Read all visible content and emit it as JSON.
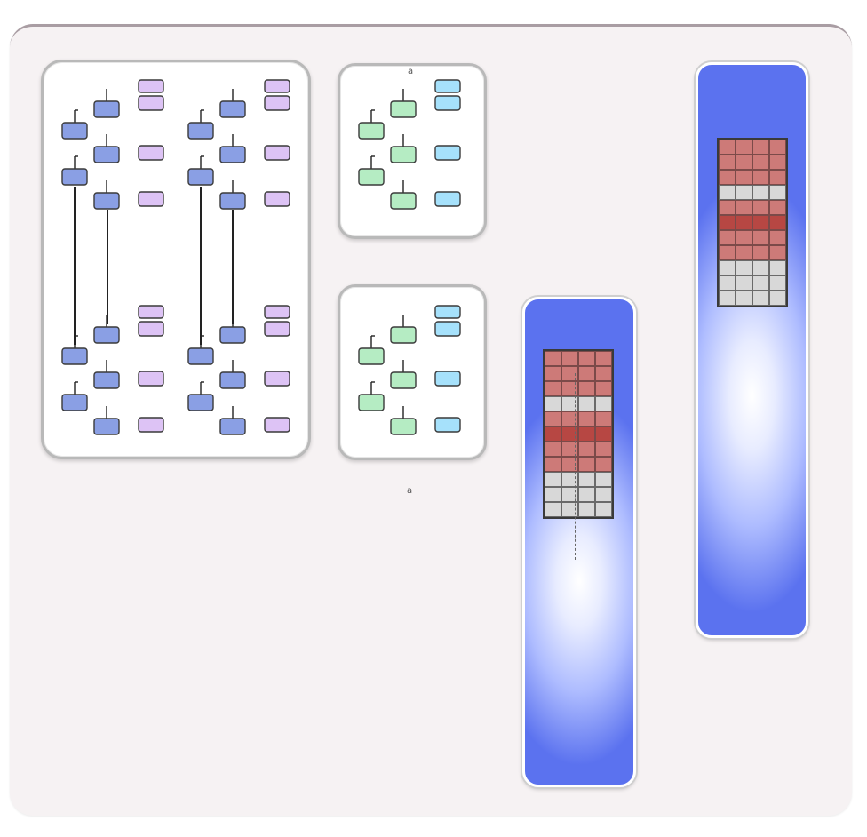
{
  "colors": {
    "background": "#f6f2f3",
    "blue_node": "#8a9fe4",
    "purple_node": "#ddc3f5",
    "green_node": "#b5ecc3",
    "cyan_node": "#a6e1fb",
    "stack_red": "#cd7a78",
    "stack_dark_red": "#b74743",
    "stack_gray": "#d8d8d8",
    "tall_gradient_edge": "#5b72ef"
  },
  "stack_rows": [
    "red",
    "red",
    "red",
    "gray",
    "red",
    "darkred",
    "red",
    "red",
    "gray",
    "gray",
    "gray"
  ],
  "stray_marks": {
    "mark1": "a",
    "mark2": "a"
  }
}
